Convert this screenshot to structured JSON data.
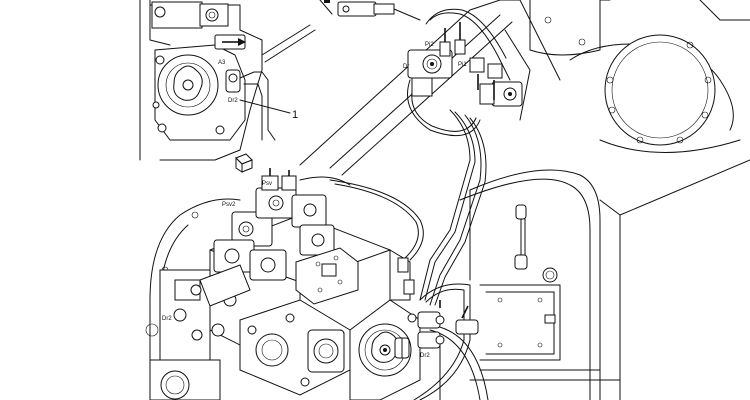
{
  "callout": {
    "number": "1"
  },
  "labels": {
    "pi2": "Pi2",
    "pi1": "Pi1",
    "dr": "Dr",
    "a3": "A3",
    "dr2": "Dr2",
    "psv": "Psv",
    "psv2": "Psv2",
    "dr3": "Dr2",
    "dr_left": "Dr2"
  }
}
